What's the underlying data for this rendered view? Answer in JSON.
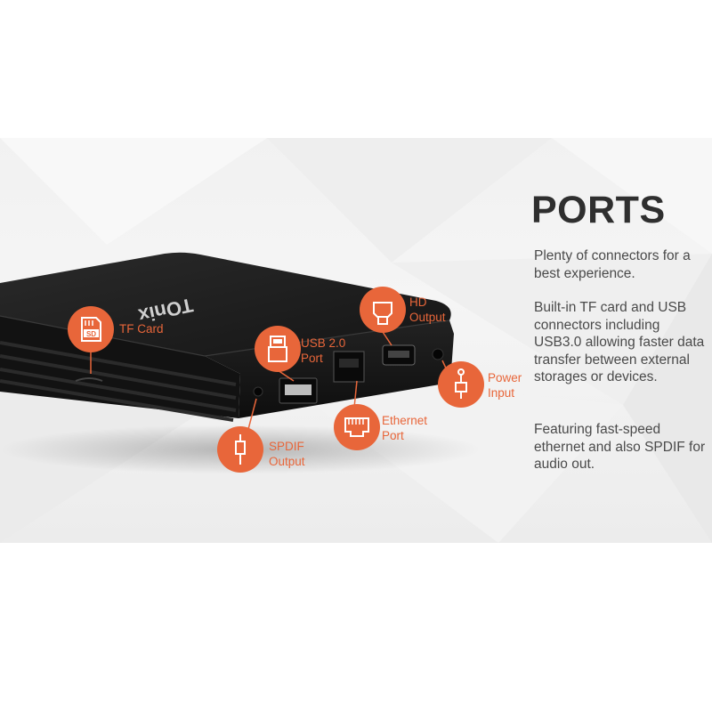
{
  "heading": "PORTS",
  "paragraphs": {
    "intro": "Plenty of connectors for a best experience.",
    "storage": "Built-in TF card and USB connectors including USB3.0 allowing faster data transfer between external storages or devices.",
    "ethernet": "Featuring fast-speed ethernet and also SPDIF for audio out."
  },
  "device": {
    "brand": "TOnix"
  },
  "callouts": {
    "tf_card": {
      "line1": "TF Card"
    },
    "usb": {
      "line1": "USB 2.0",
      "line2": "Port"
    },
    "hd": {
      "line1": "HD",
      "line2": "Output"
    },
    "ethernet": {
      "line1": "Ethernet",
      "line2": "Port"
    },
    "power": {
      "line1": "Power",
      "line2": "Input"
    },
    "spdif": {
      "line1": "SPDIF",
      "line2": "Output"
    },
    "sd_badge": "SD"
  },
  "colors": {
    "accent": "#e8663a",
    "heading": "#2f2f2f",
    "body_text": "#4a4a4a",
    "device": "#1c1c1c"
  }
}
